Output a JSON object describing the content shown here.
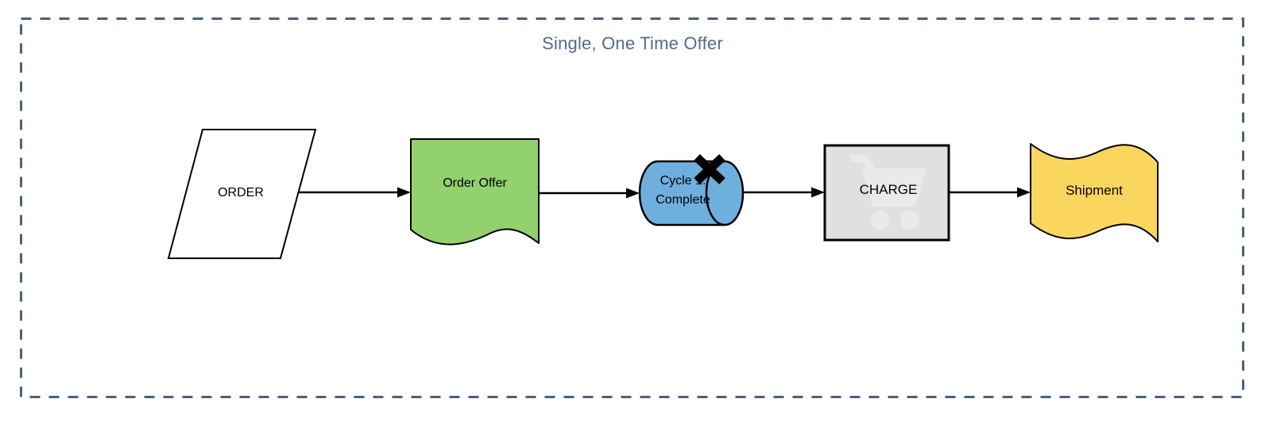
{
  "title": "Single, One Time Offer",
  "colors": {
    "frame_border": "#4a607c",
    "title_text": "#54698c",
    "shape_stroke": "#000000",
    "arrow": "#000000",
    "x_mark": "#000000",
    "order_fill": "#ffffff",
    "order_offer_fill": "#93d06e",
    "cycle_fill": "#6fafdd",
    "charge_fill": "#e0e0e0",
    "charge_watermark": "#eaeaea",
    "shipment_fill": "#fbd65e"
  },
  "nodes": {
    "order": {
      "label": "ORDER",
      "shape": "parallelogram"
    },
    "order_offer": {
      "label": "Order Offer",
      "shape": "document"
    },
    "cycle": {
      "label_line1": "Cycle 1:",
      "label_line2": "Complete",
      "shape": "cylinder",
      "badge": "x-mark"
    },
    "charge": {
      "label": "CHARGE",
      "shape": "rectangle",
      "watermark": "shopping-cart-icon"
    },
    "shipment": {
      "label": "Shipment",
      "shape": "flag"
    }
  },
  "edges": [
    {
      "from": "order",
      "to": "order_offer",
      "style": "arrow"
    },
    {
      "from": "order_offer",
      "to": "cycle",
      "style": "arrow"
    },
    {
      "from": "cycle",
      "to": "charge",
      "style": "arrow"
    },
    {
      "from": "charge",
      "to": "shipment",
      "style": "arrow"
    }
  ]
}
